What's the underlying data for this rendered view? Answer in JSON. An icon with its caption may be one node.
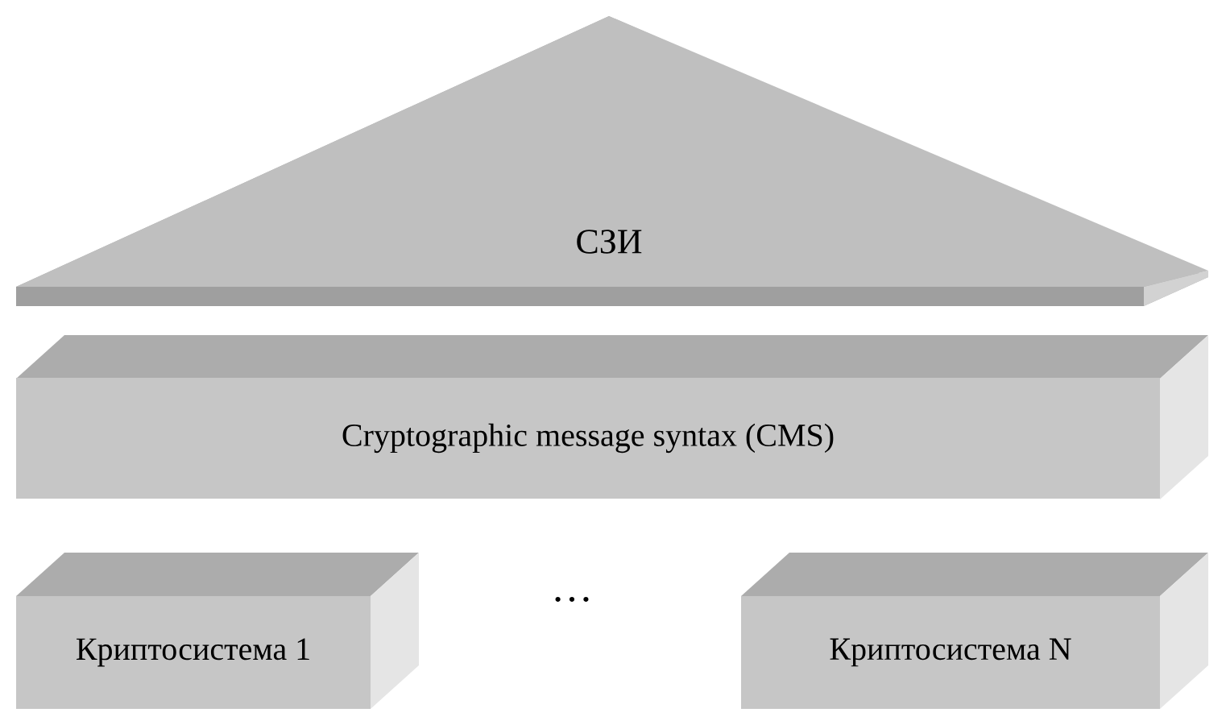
{
  "diagram": {
    "nodes": [
      {
        "text": [
          "СЗИ"
        ]
      },
      {
        "text": [
          "Cryptographic message syntax (CMS)"
        ]
      },
      {
        "text": [
          "Криптосистема 1"
        ]
      },
      {
        "text": [
          "Криптосистема N"
        ]
      }
    ],
    "labels": [
      "…"
    ]
  }
}
